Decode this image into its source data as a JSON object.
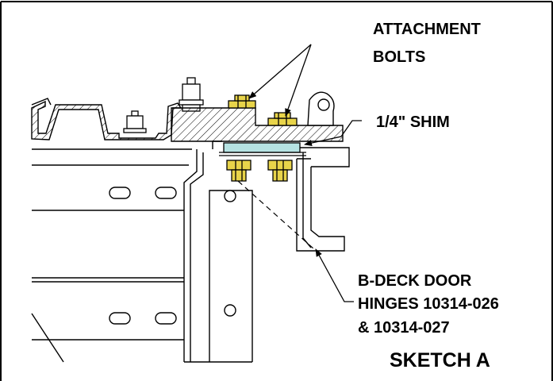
{
  "labels": {
    "attachment_line1": "ATTACHMENT",
    "attachment_line2": "BOLTS",
    "shim": "1/4\" SHIM",
    "hinge_line1": "B-DECK DOOR",
    "hinge_line2": "HINGES 10314-026",
    "hinge_line3": "& 10314-027",
    "title": "SKETCH A"
  },
  "colors": {
    "ink": "#000000",
    "bolt": "#e8d44a",
    "shim": "#b5e2e2",
    "background": "#ffffff"
  }
}
